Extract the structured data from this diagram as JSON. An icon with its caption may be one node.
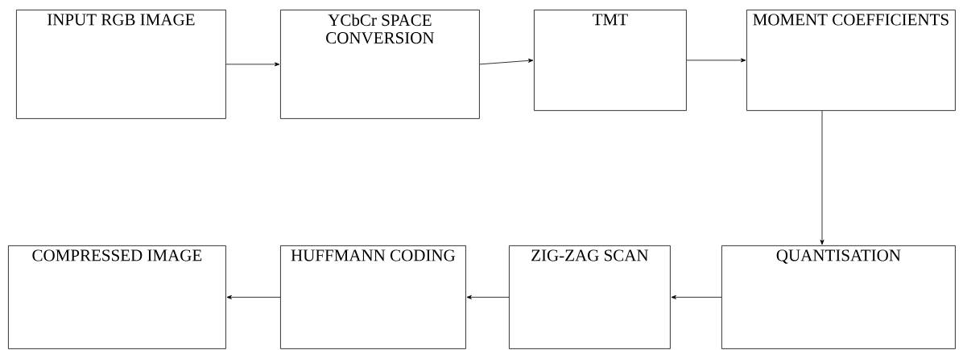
{
  "diagram": {
    "nodes": [
      {
        "text": [
          "INPUT RGB IMAGE"
        ]
      },
      {
        "text": [
          "YCbCr SPACE CONVERSION"
        ]
      },
      {
        "text": [
          "TMT"
        ]
      },
      {
        "text": [
          "MOMENT COEFFICIENTS"
        ]
      },
      {
        "text": [
          "QUANTISATION"
        ]
      },
      {
        "text": [
          "ZIG-ZAG SCAN"
        ]
      },
      {
        "text": [
          "HUFFMANN CODING"
        ]
      },
      {
        "text": [
          "COMPRESSED IMAGE"
        ]
      }
    ],
    "edges": [
      {
        "from": 0,
        "to": 1,
        "arrow": "to"
      },
      {
        "from": 1,
        "to": 2,
        "arrow": "to"
      },
      {
        "from": 2,
        "to": 3,
        "arrow": "to"
      },
      {
        "from": 3,
        "to": 4,
        "arrow": "to"
      },
      {
        "from": 4,
        "to": 5,
        "arrow": "to"
      },
      {
        "from": 5,
        "to": 6,
        "arrow": "to"
      },
      {
        "from": 6,
        "to": 7,
        "arrow": "to"
      }
    ]
  }
}
